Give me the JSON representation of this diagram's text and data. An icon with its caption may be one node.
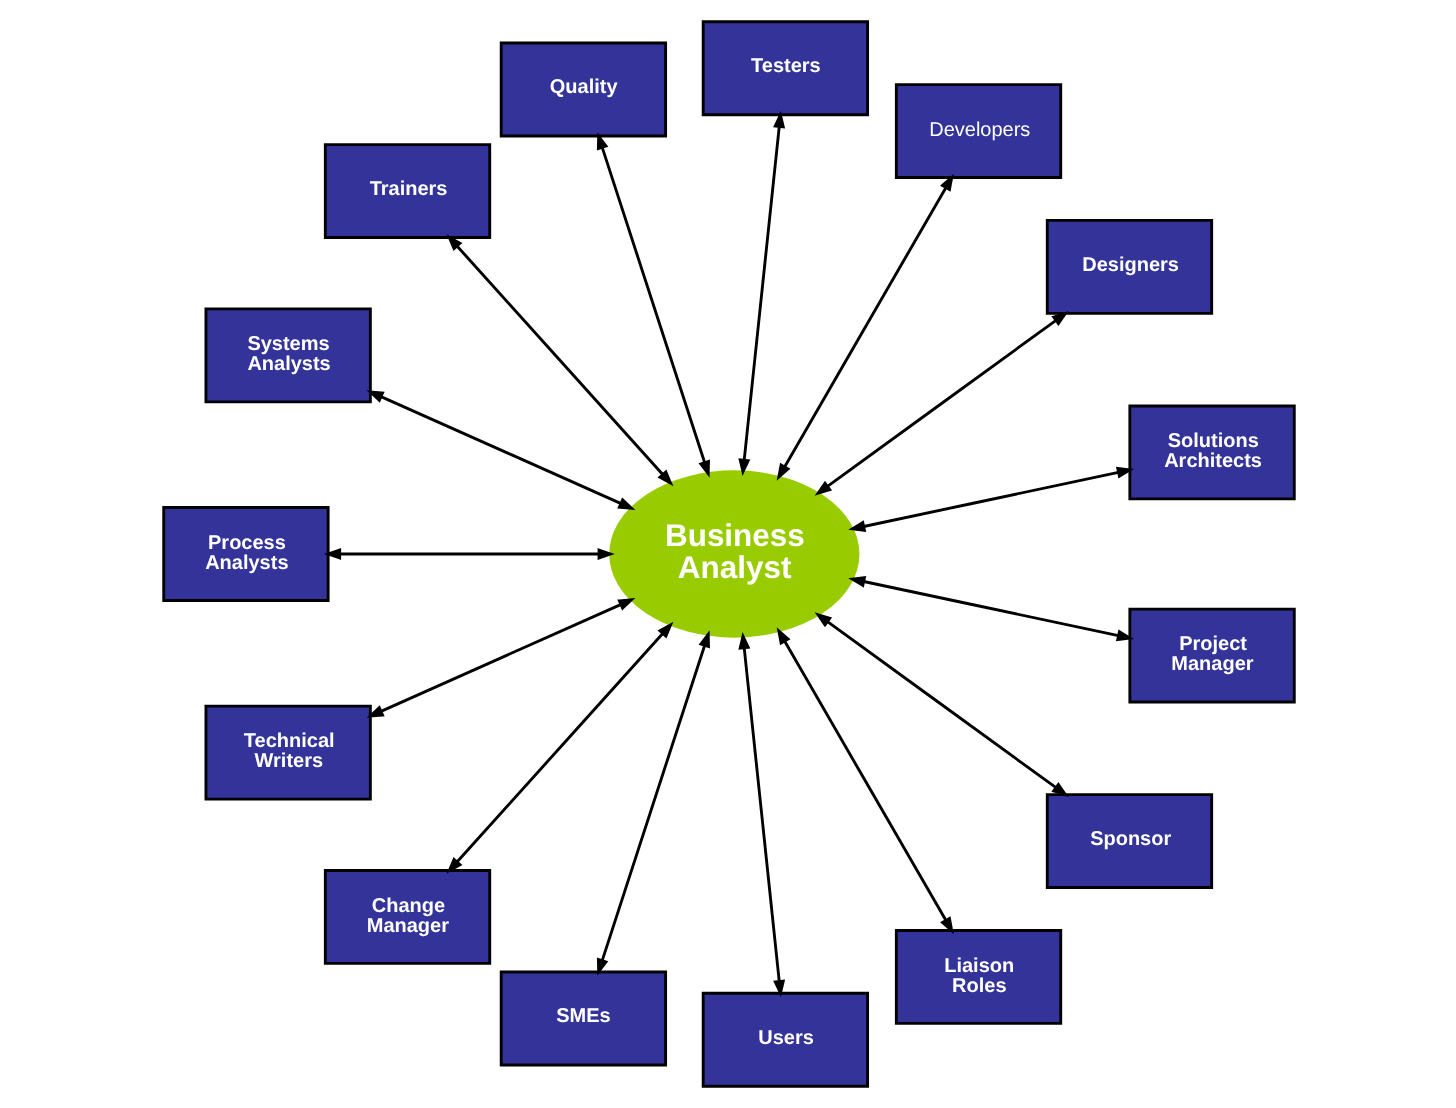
{
  "diagram": {
    "nodes": [
      {
        "text": [
          "Business Analyst"
        ]
      },
      {
        "text": [
          "Project Manager"
        ]
      },
      {
        "text": [
          "Sponsor"
        ]
      },
      {
        "text": [
          "Liaison Roles"
        ]
      },
      {
        "text": [
          "Users"
        ]
      },
      {
        "text": [
          "SMEs"
        ]
      },
      {
        "text": [
          "Change Manager"
        ]
      },
      {
        "text": [
          "Technical Writers"
        ]
      },
      {
        "text": [
          "Process Analysts"
        ]
      },
      {
        "text": [
          "Systems Analysts"
        ]
      },
      {
        "text": [
          "Trainers"
        ]
      },
      {
        "text": [
          "Quality"
        ]
      },
      {
        "text": [
          "Testers"
        ]
      },
      {
        "text": [
          "Developers"
        ]
      },
      {
        "text": [
          "Designers"
        ]
      },
      {
        "text": [
          "Solutions Architects"
        ]
      }
    ],
    "edges": [
      {
        "from": 0,
        "to": 1,
        "arrow": "both"
      },
      {
        "from": 0,
        "to": 2,
        "arrow": "both"
      },
      {
        "from": 0,
        "to": 3,
        "arrow": "both"
      },
      {
        "from": 0,
        "to": 4,
        "arrow": "both"
      },
      {
        "from": 0,
        "to": 5,
        "arrow": "both"
      },
      {
        "from": 0,
        "to": 6,
        "arrow": "both"
      },
      {
        "from": 0,
        "to": 7,
        "arrow": "both"
      },
      {
        "from": 0,
        "to": 8,
        "arrow": "both"
      },
      {
        "from": 0,
        "to": 9,
        "arrow": "both"
      },
      {
        "from": 0,
        "to": 10,
        "arrow": "both"
      },
      {
        "from": 0,
        "to": 11,
        "arrow": "both"
      },
      {
        "from": 0,
        "to": 12,
        "arrow": "both"
      },
      {
        "from": 0,
        "to": 13,
        "arrow": "both"
      },
      {
        "from": 0,
        "to": 14,
        "arrow": "both"
      },
      {
        "from": 0,
        "to": 15,
        "arrow": "both"
      }
    ]
  }
}
